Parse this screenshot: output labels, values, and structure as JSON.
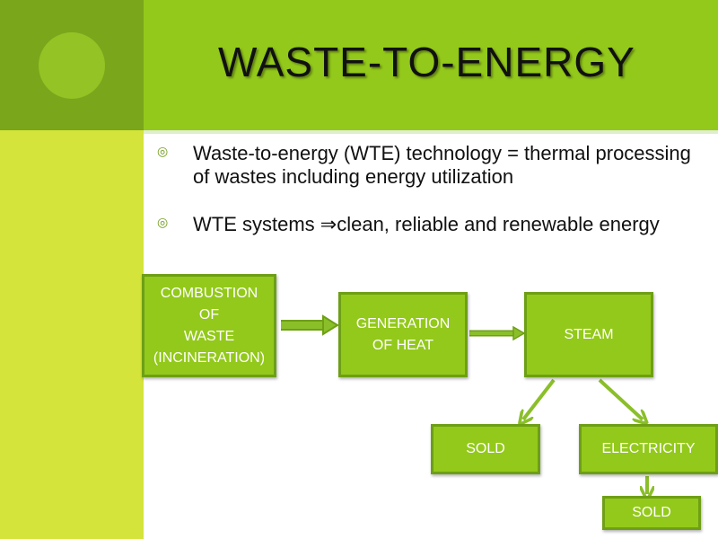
{
  "title": "WASTE-TO-ENERGY",
  "bullets": [
    {
      "icon": "ring-bullet-icon",
      "text": "Waste-to-energy (WTE) technology = thermal processing of wastes including energy utilization"
    },
    {
      "icon": "ring-bullet-icon",
      "text": "WTE systems ⇒clean, reliable and renewable energy"
    }
  ],
  "flow": {
    "combustion": "COMBUSTION\nOF\nWASTE\n(INCINERATION)",
    "generation": "GENERATION\nOF HEAT",
    "steam": "STEAM",
    "sold_steam": "SOLD",
    "electricity": "ELECTRICITY",
    "sold_electricity": "SOLD"
  },
  "colors": {
    "band_dark": "#79a61b",
    "band_light": "#d4e43a",
    "title_bar": "#93c91a",
    "box_fill": "#93c91a",
    "box_border": "#6e9f16",
    "arrow": "#8bbf2a"
  }
}
